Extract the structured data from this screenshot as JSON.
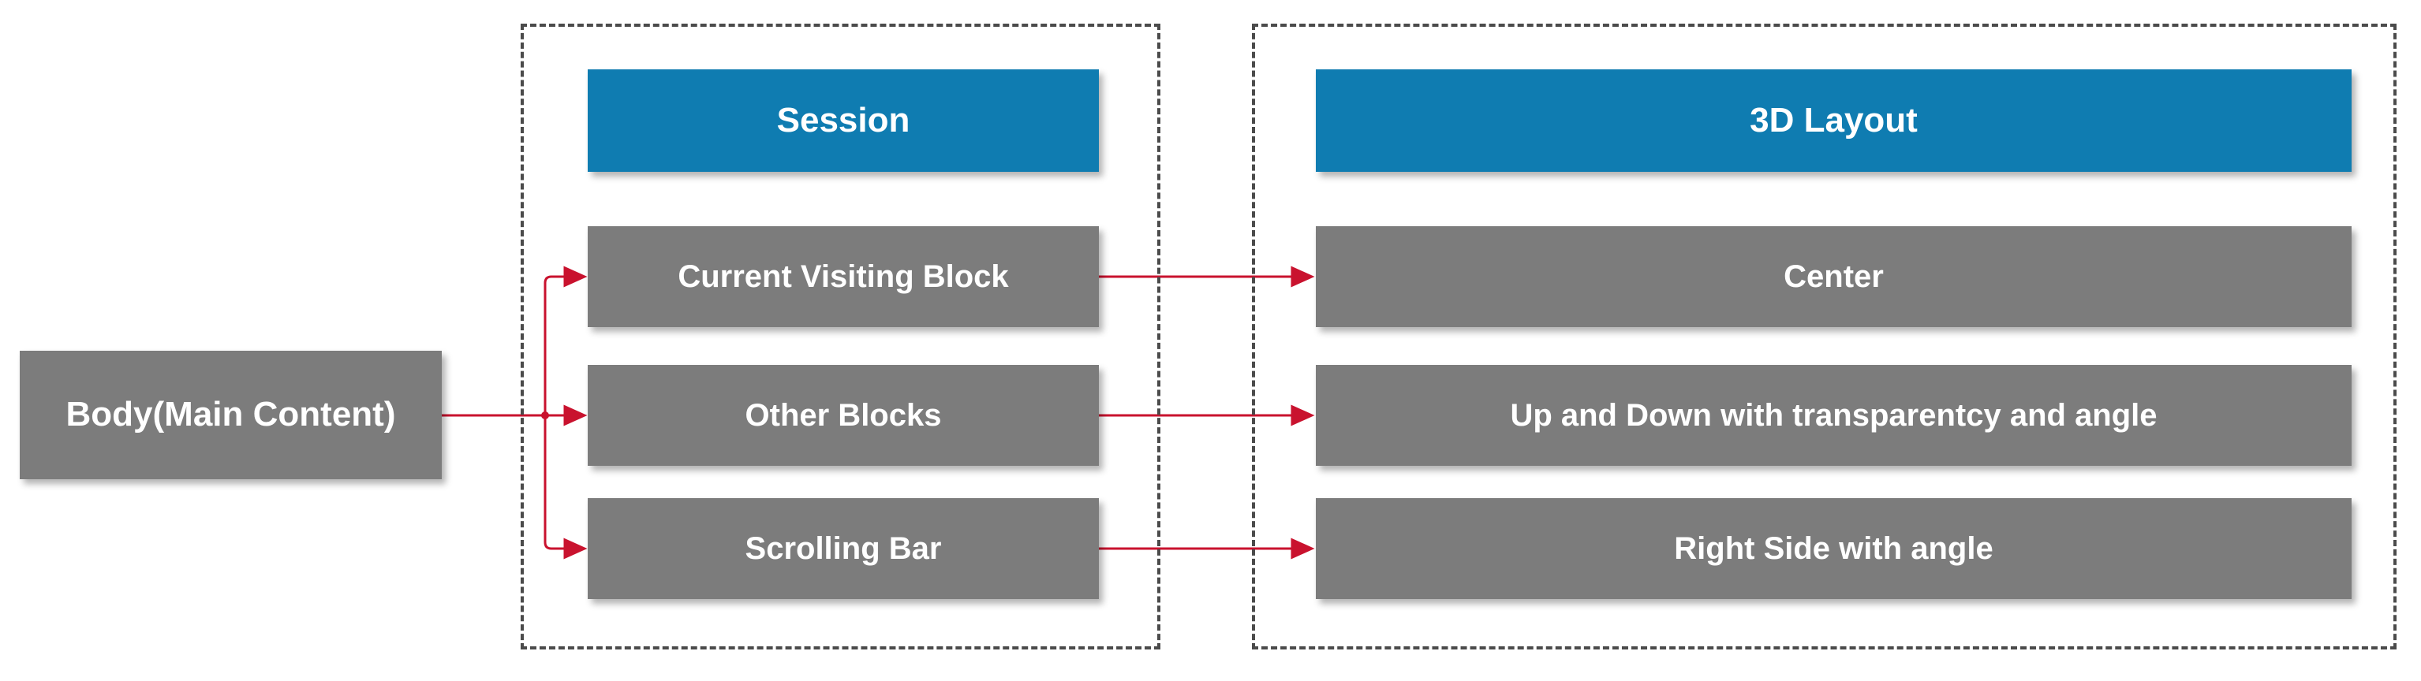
{
  "diagram": {
    "root": {
      "label": "Body(Main Content)"
    },
    "session": {
      "title": "Session",
      "items": [
        {
          "label": "Current Visiting Block"
        },
        {
          "label": "Other Blocks"
        },
        {
          "label": "Scrolling Bar"
        }
      ]
    },
    "layout3d": {
      "title": "3D Layout",
      "items": [
        {
          "label": "Center"
        },
        {
          "label": "Up and Down with transparentcy and angle"
        },
        {
          "label": "Right Side with angle"
        }
      ]
    },
    "connections": [
      {
        "from": "Body(Main Content)",
        "to": "Current Visiting Block"
      },
      {
        "from": "Body(Main Content)",
        "to": "Other Blocks"
      },
      {
        "from": "Body(Main Content)",
        "to": "Scrolling Bar"
      },
      {
        "from": "Current Visiting Block",
        "to": "Center"
      },
      {
        "from": "Other Blocks",
        "to": "Up and Down with transparentcy and angle"
      },
      {
        "from": "Scrolling Bar",
        "to": "Right Side with angle"
      }
    ],
    "colors": {
      "header_blue": "#0f7cb1",
      "box_gray": "#7c7c7c",
      "arrow_red": "#c9122e",
      "dash_border_gray": "#4b4b4b",
      "label_text": "#ffffff",
      "background": "#ffffff"
    }
  }
}
